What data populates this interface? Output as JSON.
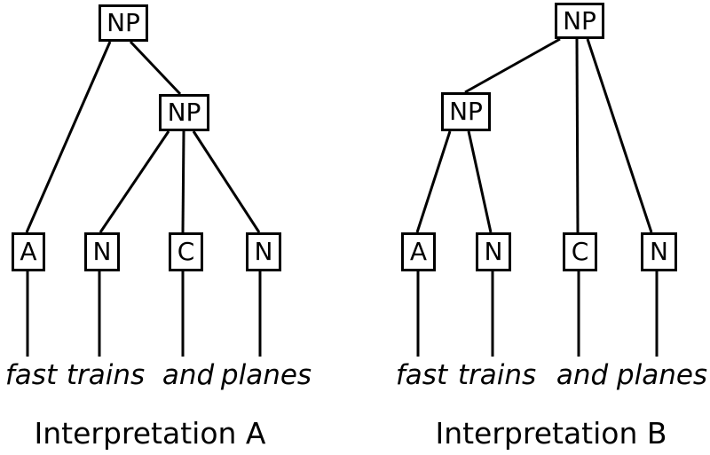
{
  "diagram": {
    "background_color": "#ffffff",
    "line_color": "#000000",
    "sentence": "fast trains and planes",
    "trees": {
      "a": {
        "caption": "Interpretation A",
        "nodes": {
          "root": "NP",
          "inner": "NP",
          "leaf_a": "A",
          "leaf_n1": "N",
          "leaf_c": "C",
          "leaf_n2": "N"
        },
        "words": [
          "fast",
          "trains",
          "and",
          "planes"
        ],
        "edges": [
          [
            "root",
            "leaf_a"
          ],
          [
            "root",
            "inner"
          ],
          [
            "inner",
            "leaf_n1"
          ],
          [
            "inner",
            "leaf_c"
          ],
          [
            "inner",
            "leaf_n2"
          ],
          [
            "leaf_a",
            "fast"
          ],
          [
            "leaf_n1",
            "trains"
          ],
          [
            "leaf_c",
            "and"
          ],
          [
            "leaf_n2",
            "planes"
          ]
        ]
      },
      "b": {
        "caption": "Interpretation B",
        "nodes": {
          "root": "NP",
          "inner": "NP",
          "leaf_a": "A",
          "leaf_n1": "N",
          "leaf_c": "C",
          "leaf_n2": "N"
        },
        "words": [
          "fast",
          "trains",
          "and",
          "planes"
        ],
        "edges": [
          [
            "root",
            "inner"
          ],
          [
            "root",
            "leaf_c"
          ],
          [
            "root",
            "leaf_n2"
          ],
          [
            "inner",
            "leaf_a"
          ],
          [
            "inner",
            "leaf_n1"
          ],
          [
            "leaf_a",
            "fast"
          ],
          [
            "leaf_n1",
            "trains"
          ],
          [
            "leaf_c",
            "and"
          ],
          [
            "leaf_n2",
            "planes"
          ]
        ]
      }
    }
  }
}
